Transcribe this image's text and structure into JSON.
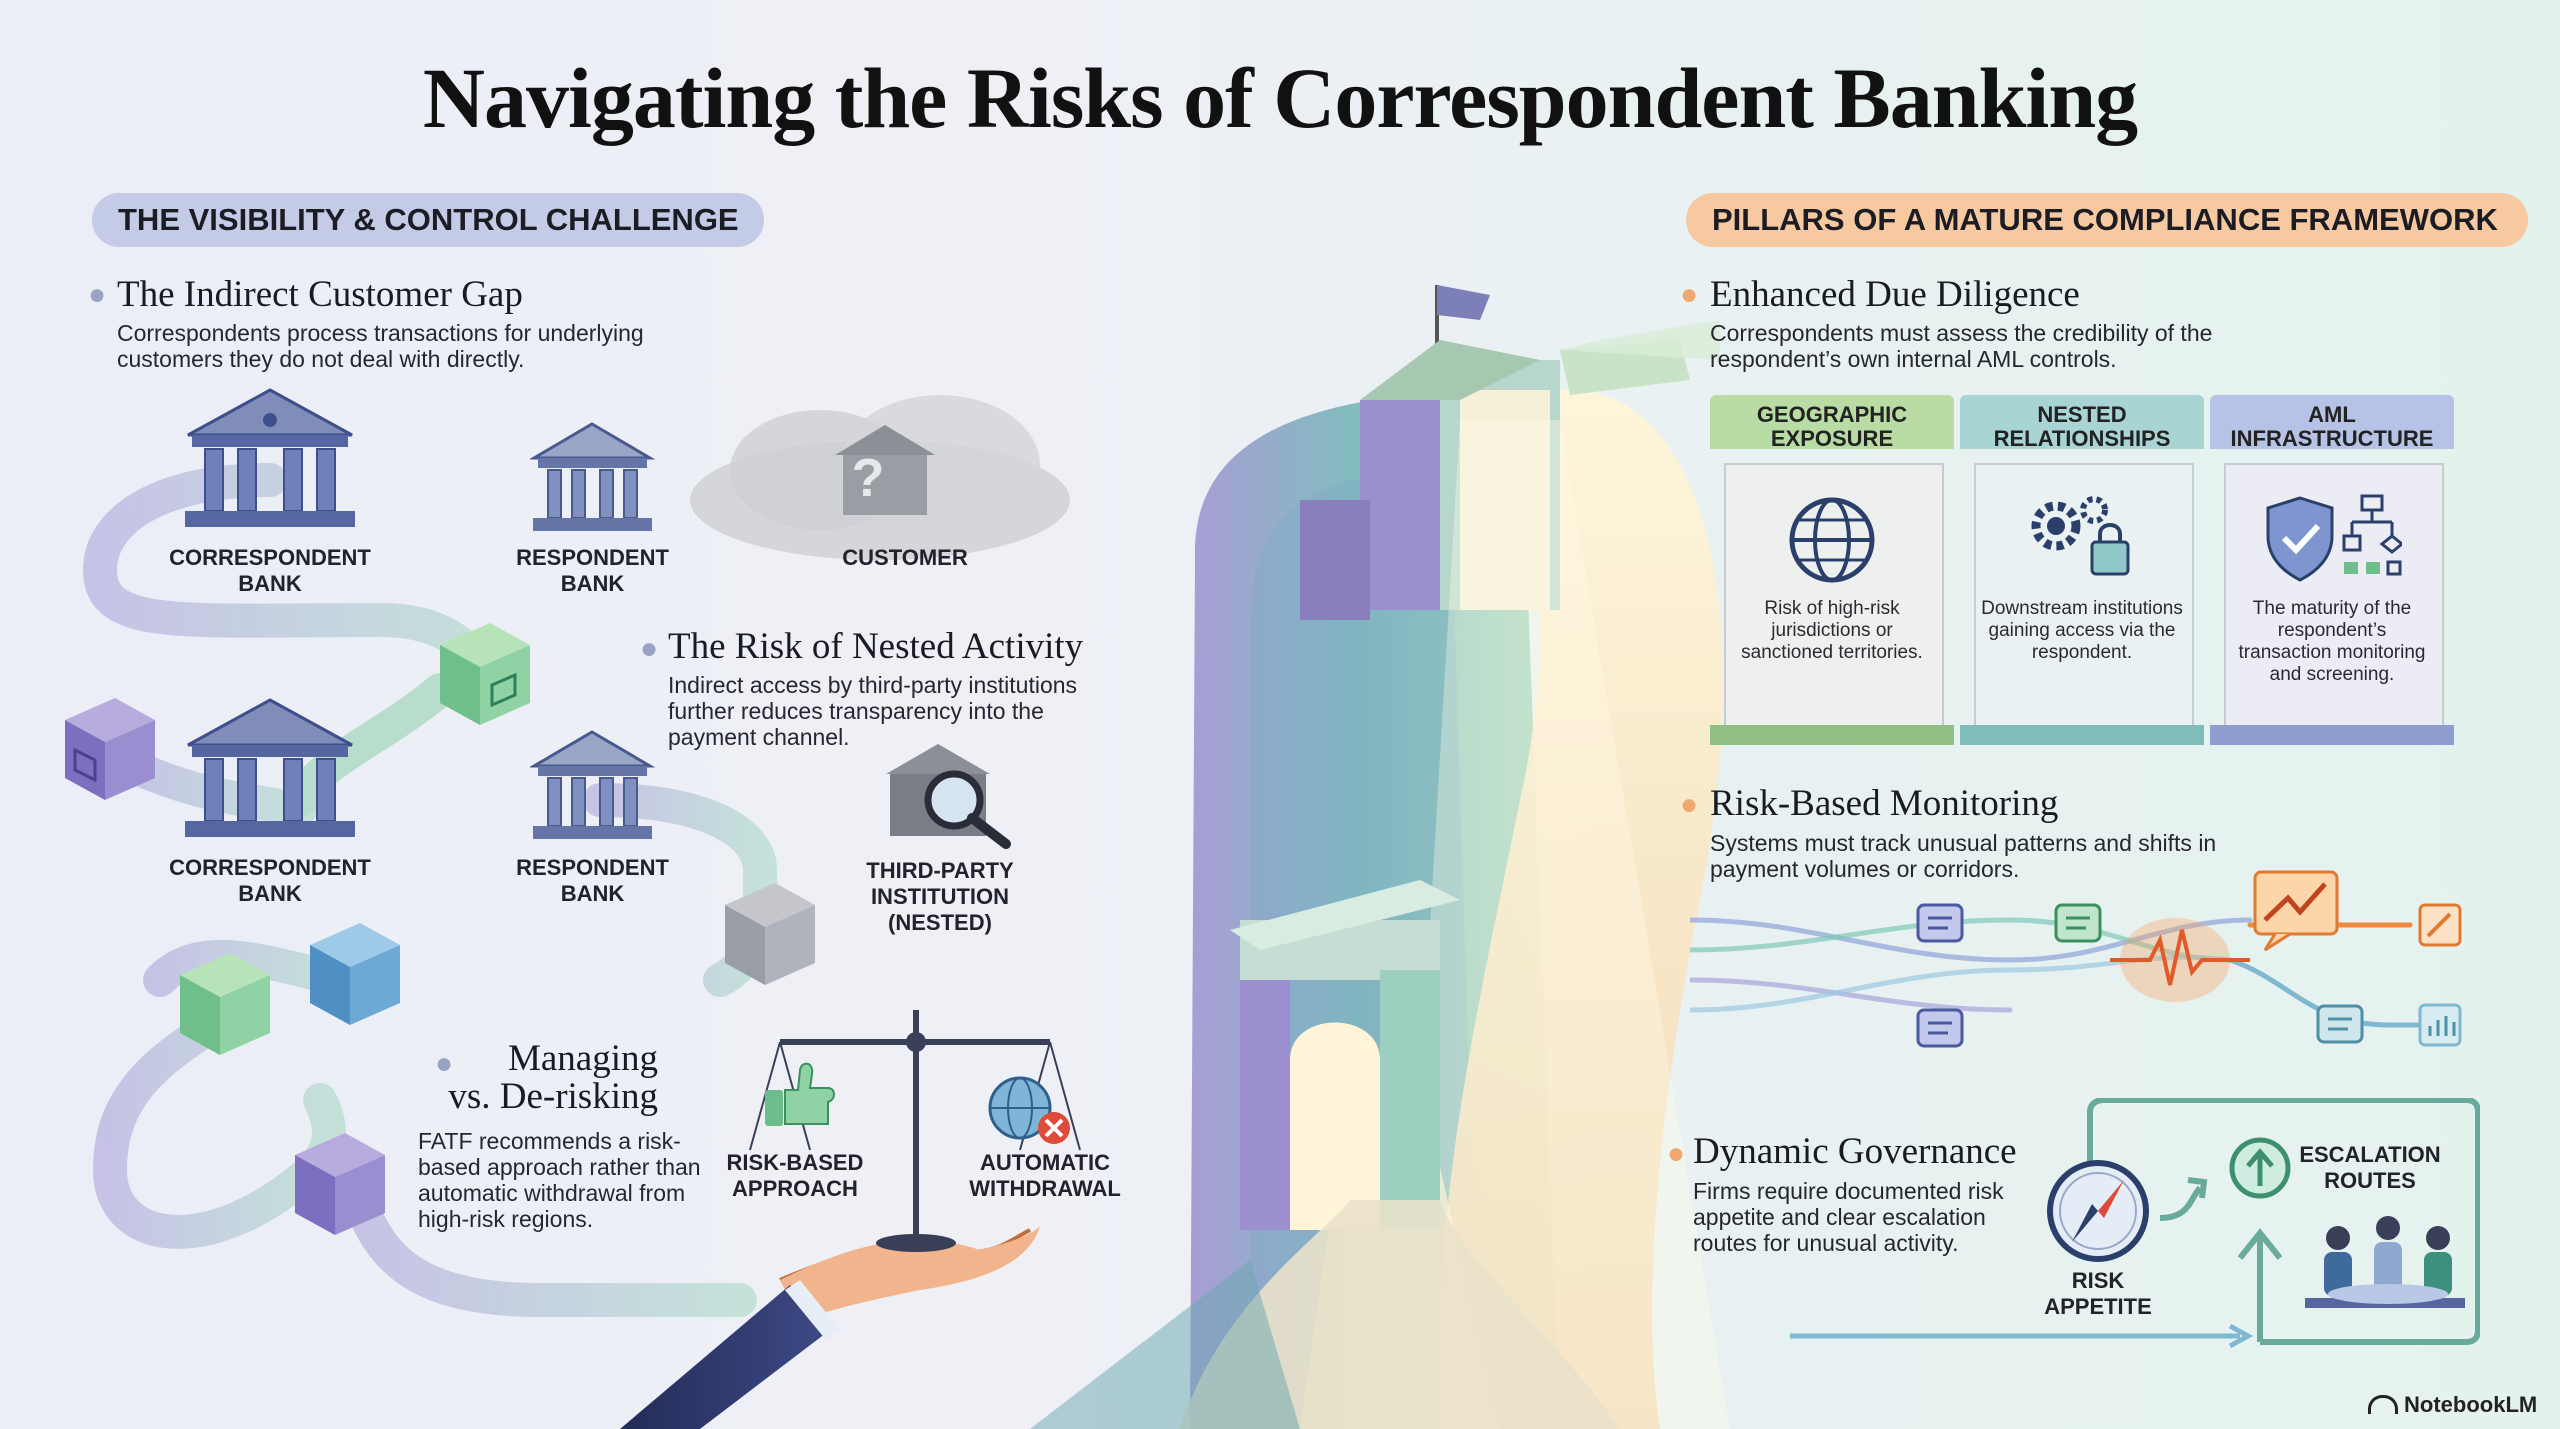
{
  "title": "Navigating the Risks of Correspondent Banking",
  "left_panel": {
    "header": "THE VISIBILITY & CONTROL CHALLENGE",
    "indirect_gap": {
      "title": "The Indirect Customer Gap",
      "body": "Correspondents process transactions for underlying customers they do not deal with directly.",
      "labels": {
        "correspondent": "CORRESPONDENT\nBANK",
        "respondent": "RESPONDENT\nBANK",
        "customer": "CUSTOMER",
        "customer_mark": "?"
      }
    },
    "nested": {
      "title": "The Risk of Nested Activity",
      "body": "Indirect access by third-party institutions further reduces transparency into the payment channel.",
      "labels": {
        "correspondent": "CORRESPONDENT\nBANK",
        "respondent": "RESPONDENT\nBANK",
        "third_party": "THIRD-PARTY\nINSTITUTION\n(NESTED)"
      }
    },
    "derisking": {
      "title": "Managing\nvs. De-risking",
      "body": "FATF recommends a risk-based approach rather than automatic withdrawal from high-risk regions.",
      "scale_left": "RISK-BASED\nAPPROACH",
      "scale_right": "AUTOMATIC\nWITHDRAWAL"
    }
  },
  "right_panel": {
    "header": "PILLARS OF A MATURE COMPLIANCE FRAMEWORK",
    "edd": {
      "title": "Enhanced Due Diligence",
      "body": "Correspondents must assess the credibility of the respondent’s own internal AML controls.",
      "pillars": [
        {
          "head": "GEOGRAPHIC\nEXPOSURE",
          "body": "Risk of high-risk jurisdictions or sanctioned territories.",
          "icon": "globe-icon",
          "color": "#b9dca4"
        },
        {
          "head": "NESTED\nRELATIONSHIPS",
          "body": "Downstream institutions gaining access via the respondent.",
          "icon": "gears-lock-icon",
          "color": "#a8d4d4"
        },
        {
          "head": "AML\nINFRASTRUCTURE",
          "body": "The maturity of the respondent’s transaction monitoring and screening.",
          "icon": "shield-flow-icon",
          "color": "#b6c2e6"
        }
      ]
    },
    "monitoring": {
      "title": "Risk-Based Monitoring",
      "body": "Systems must track unusual patterns and shifts in payment volumes or corridors."
    },
    "governance": {
      "title": "Dynamic Governance",
      "body": "Firms require documented risk appetite and clear escalation routes for unusual activity.",
      "risk_label": "RISK\nAPPETITE",
      "escalation_label": "ESCALATION\nROUTES"
    }
  },
  "footer": {
    "brand": "NotebookLM"
  },
  "colors": {
    "accent_blue": "#3f4f8c",
    "accent_orange": "#f08a3c",
    "accent_green": "#6cbf8a",
    "alert_red": "#e04a3a"
  }
}
